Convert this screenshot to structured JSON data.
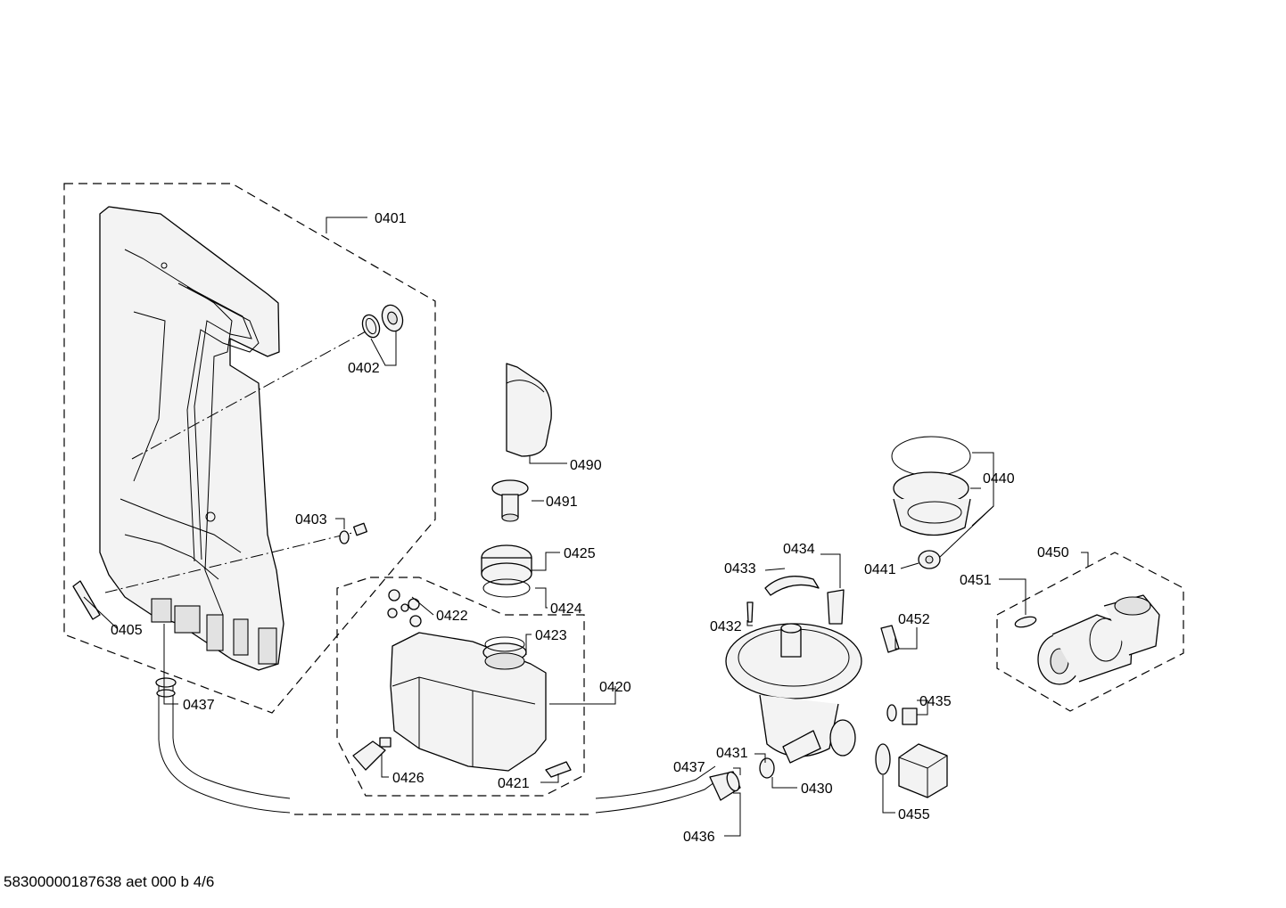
{
  "labels": {
    "p0401": "0401",
    "p0402": "0402",
    "p0403": "0403",
    "p0405": "0405",
    "p0437a": "0437",
    "p0490": "0490",
    "p0491": "0491",
    "p0425": "0425",
    "p0424": "0424",
    "p0422": "0422",
    "p0423": "0423",
    "p0420": "0420",
    "p0426": "0426",
    "p0421": "0421",
    "p0437b": "0437",
    "p0436": "0436",
    "p0431": "0431",
    "p0430": "0430",
    "p0433": "0433",
    "p0434": "0434",
    "p0432": "0432",
    "p0452": "0452",
    "p0440": "0440",
    "p0441": "0441",
    "p0435": "0435",
    "p0455": "0455",
    "p0450": "0450",
    "p0451": "0451"
  },
  "footer": "58300000187638 aet 000 b 4/6"
}
